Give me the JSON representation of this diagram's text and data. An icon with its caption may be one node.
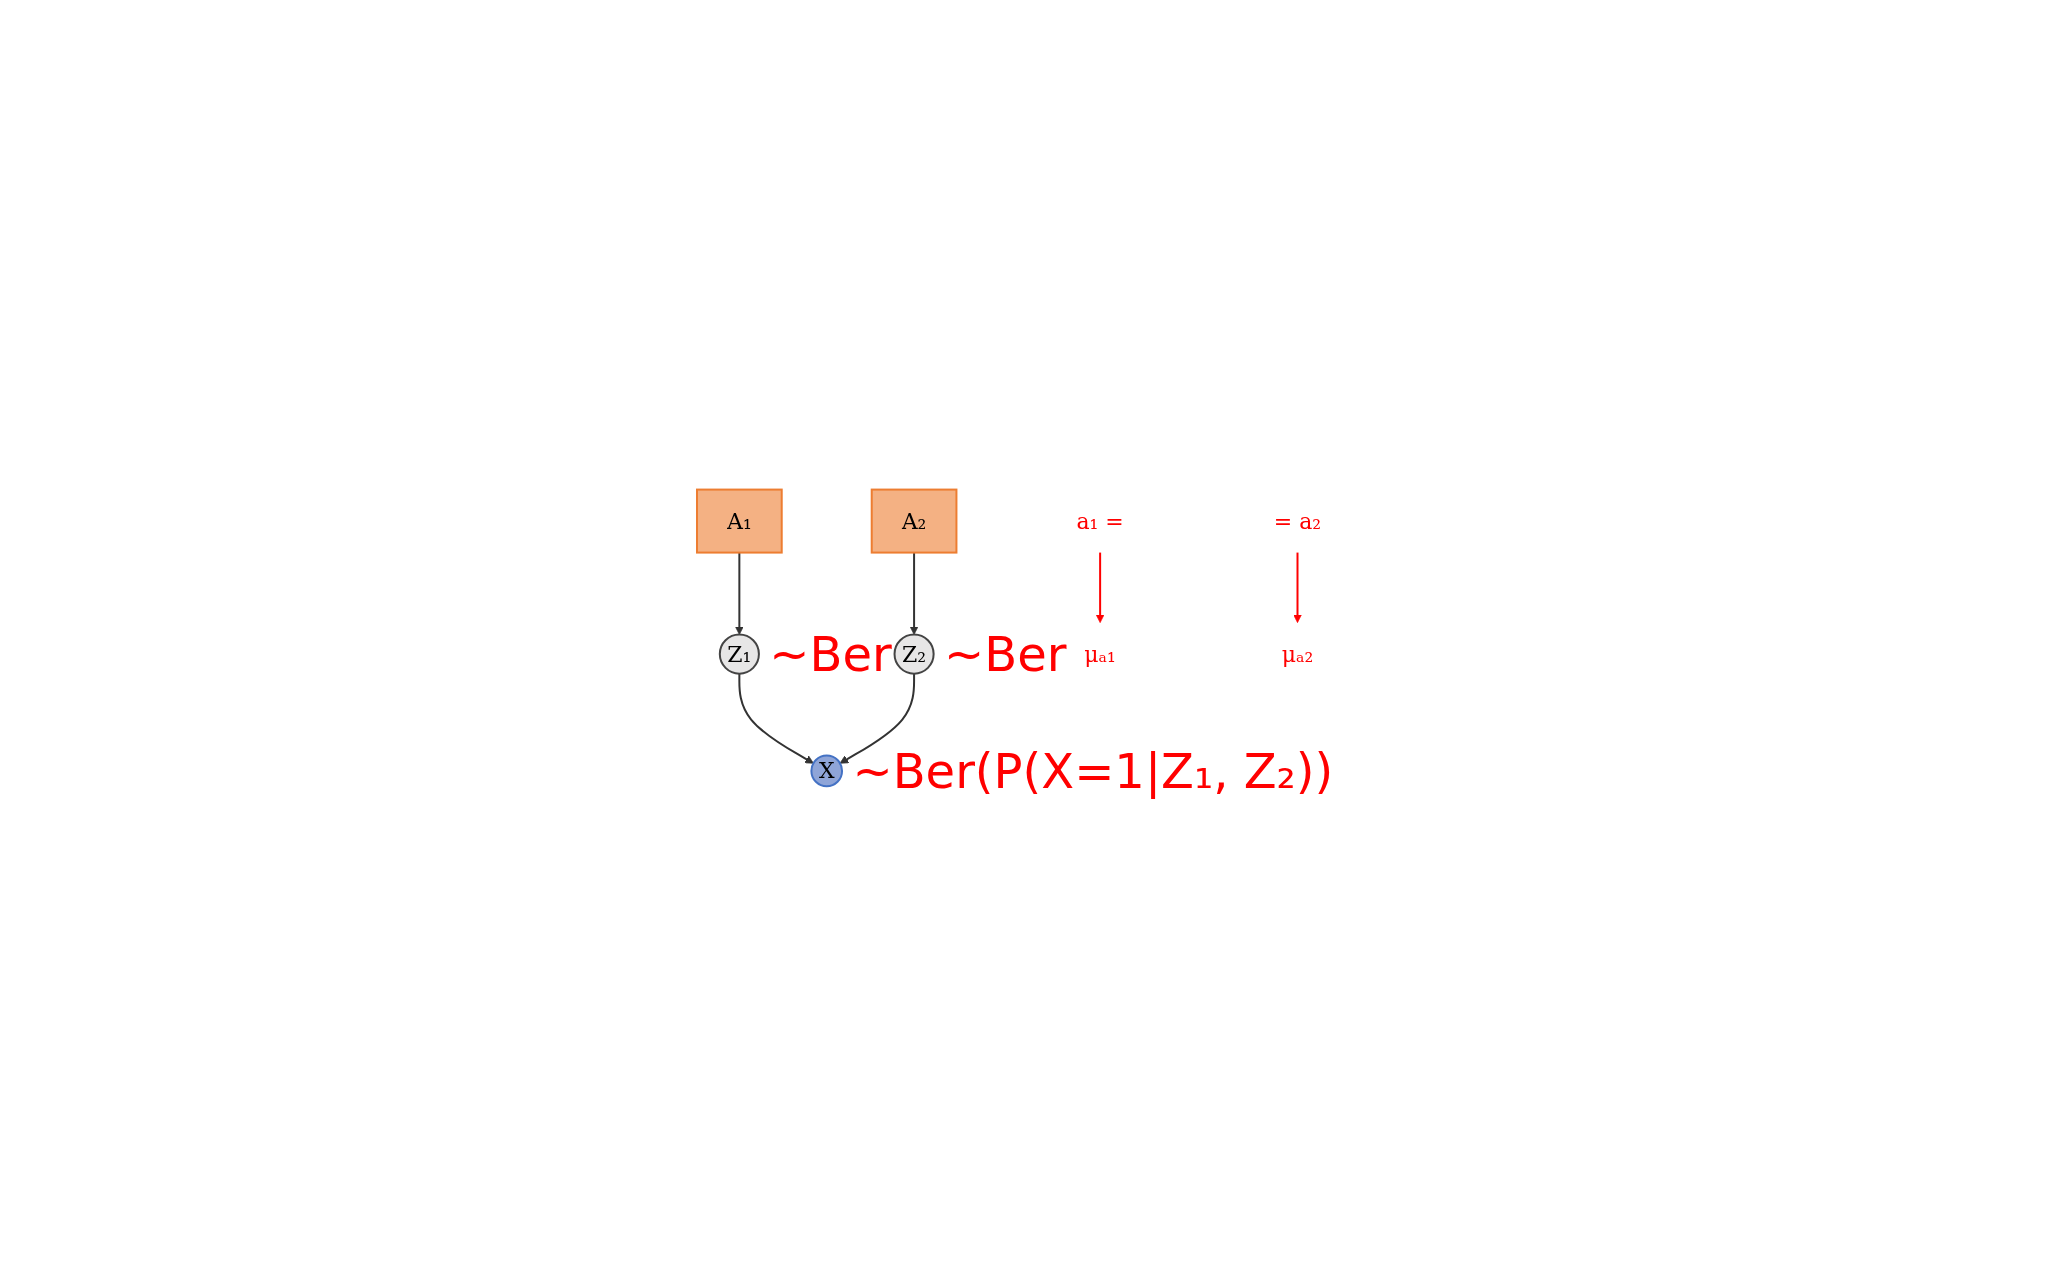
{
  "diagram": {
    "nodes": [
      {
        "text": [
          "A₁"
        ]
      },
      {
        "text": [
          "A₂"
        ]
      },
      {
        "text": [
          "Z₁"
        ],
        "beside": [
          "~Ber"
        ]
      },
      {
        "text": [
          "Z₂"
        ],
        "beside": [
          "~Ber"
        ]
      },
      {
        "text": [
          "X"
        ],
        "beside": [
          "~Ber(P(X=1|Z₁, Z₂))"
        ]
      },
      {
        "text": [
          "a₁ ="
        ]
      },
      {
        "text": [
          "= a₂"
        ]
      },
      {
        "text": [
          "μₐ₁"
        ]
      },
      {
        "text": [
          "μₐ₂"
        ]
      }
    ],
    "edges": [
      {
        "from": 0,
        "to": 2,
        "arrow": "to"
      },
      {
        "from": 1,
        "to": 3,
        "arrow": "to"
      },
      {
        "from": 2,
        "to": 4,
        "arrow": "to"
      },
      {
        "from": 3,
        "to": 4,
        "arrow": "to"
      },
      {
        "from": 5,
        "to": 7,
        "arrow": "to",
        "color": "#ff0000"
      },
      {
        "from": 6,
        "to": 8,
        "arrow": "to",
        "color": "#ff0000"
      }
    ]
  }
}
